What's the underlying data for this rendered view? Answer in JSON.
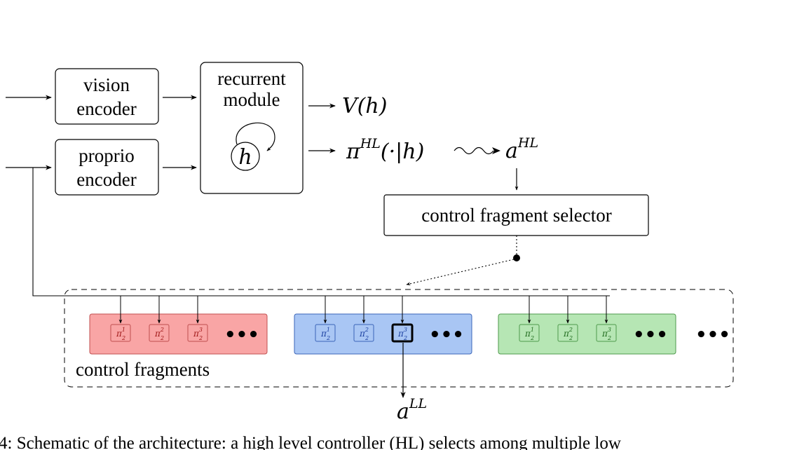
{
  "nodes": {
    "vision_encoder": [
      "vision",
      "encoder"
    ],
    "proprio_encoder": [
      "proprio",
      "encoder"
    ],
    "recurrent_module": [
      "recurrent",
      "module"
    ],
    "hidden_state": "h",
    "control_fragment_selector": "control fragment selector",
    "control_fragments_label": "control fragments"
  },
  "outputs": {
    "value": "V(h)",
    "policy_base": "π",
    "policy_sup": "HL",
    "policy_arg": "(·|h)",
    "hl_action_base": "a",
    "hl_action_sup": "HL",
    "ll_action_base": "a",
    "ll_action_sup": "LL"
  },
  "fragments": {
    "pi_base": "π",
    "pi_sub": "2",
    "pi_sups": [
      "1",
      "2",
      "3"
    ],
    "ellipsis": "•••",
    "groups": [
      {
        "color": "#f9a5a5",
        "border": "#c05050",
        "text_color": "#a01818"
      },
      {
        "color": "#a9c6f4",
        "border": "#3a64b8",
        "text_color": "#1a3fa0",
        "selected": 2
      },
      {
        "color": "#b6e6b4",
        "border": "#4f9a4c",
        "text_color": "#1f6a1c"
      }
    ]
  },
  "caption": "4: Schematic of the architecture: a high level controller (HL) selects among multiple low"
}
